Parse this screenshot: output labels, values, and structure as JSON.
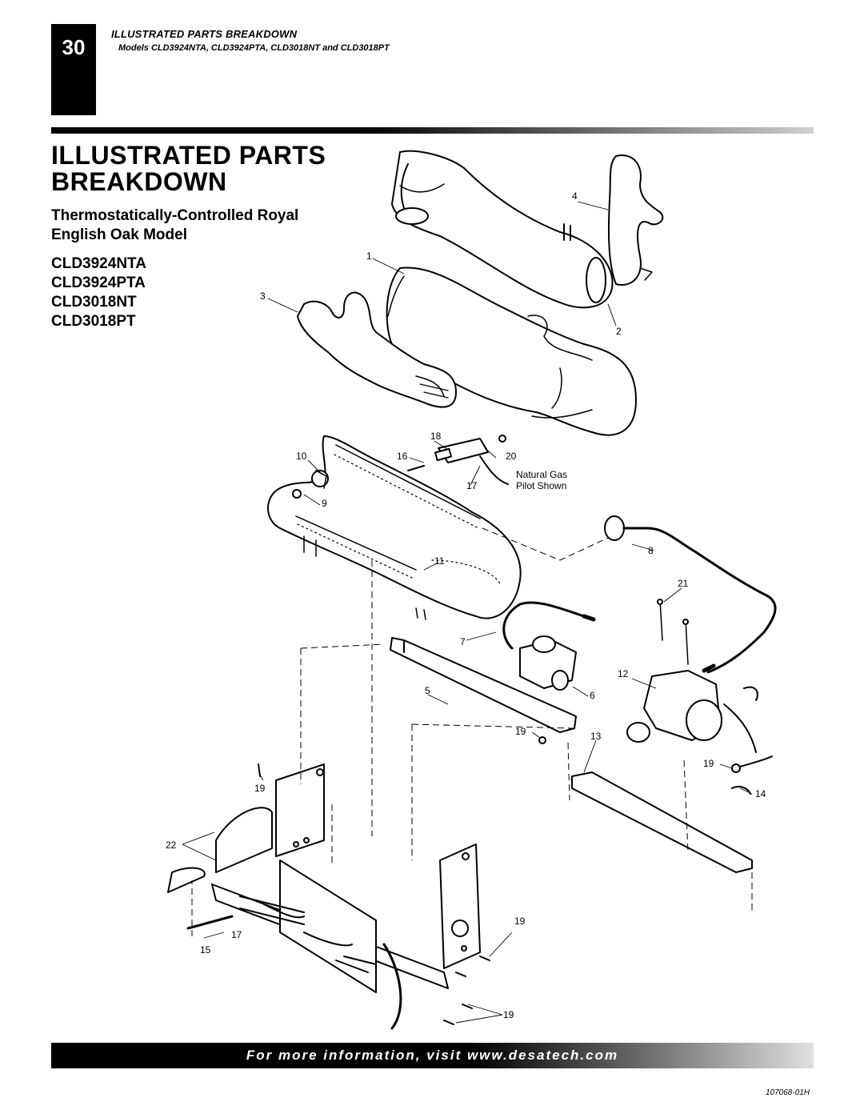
{
  "page": {
    "number": "30",
    "header_title": "ILLUSTRATED PARTS BREAKDOWN",
    "header_subtitle": "Models CLD3924NTA, CLD3924PTA, CLD3018NT and CLD3018PT",
    "main_title": "ILLUSTRATED PARTS BREAKDOWN",
    "model_title": "Thermostatically-Controlled Royal English Oak Model",
    "models": [
      "CLD3924NTA",
      "CLD3924PTA",
      "CLD3018NT",
      "CLD3018PT"
    ],
    "footer_text": "For more information, visit www.desatech.com",
    "doc_code": "107068-01H"
  },
  "diagram": {
    "note_line1": "Natural Gas",
    "note_line2": "Pilot Shown",
    "callouts": {
      "c1": "1",
      "c2": "2",
      "c3": "3",
      "c4": "4",
      "c5": "5",
      "c6": "6",
      "c7": "7",
      "c8": "8",
      "c9": "9",
      "c10": "10",
      "c11": "11",
      "c12": "12",
      "c13": "13",
      "c14": "14",
      "c15": "15",
      "c16": "16",
      "c17a": "17",
      "c17b": "17",
      "c18": "18",
      "c19a": "19",
      "c19b": "19",
      "c19c": "19",
      "c19d": "19",
      "c19e": "19",
      "c20": "20",
      "c21": "21",
      "c22": "22"
    }
  }
}
